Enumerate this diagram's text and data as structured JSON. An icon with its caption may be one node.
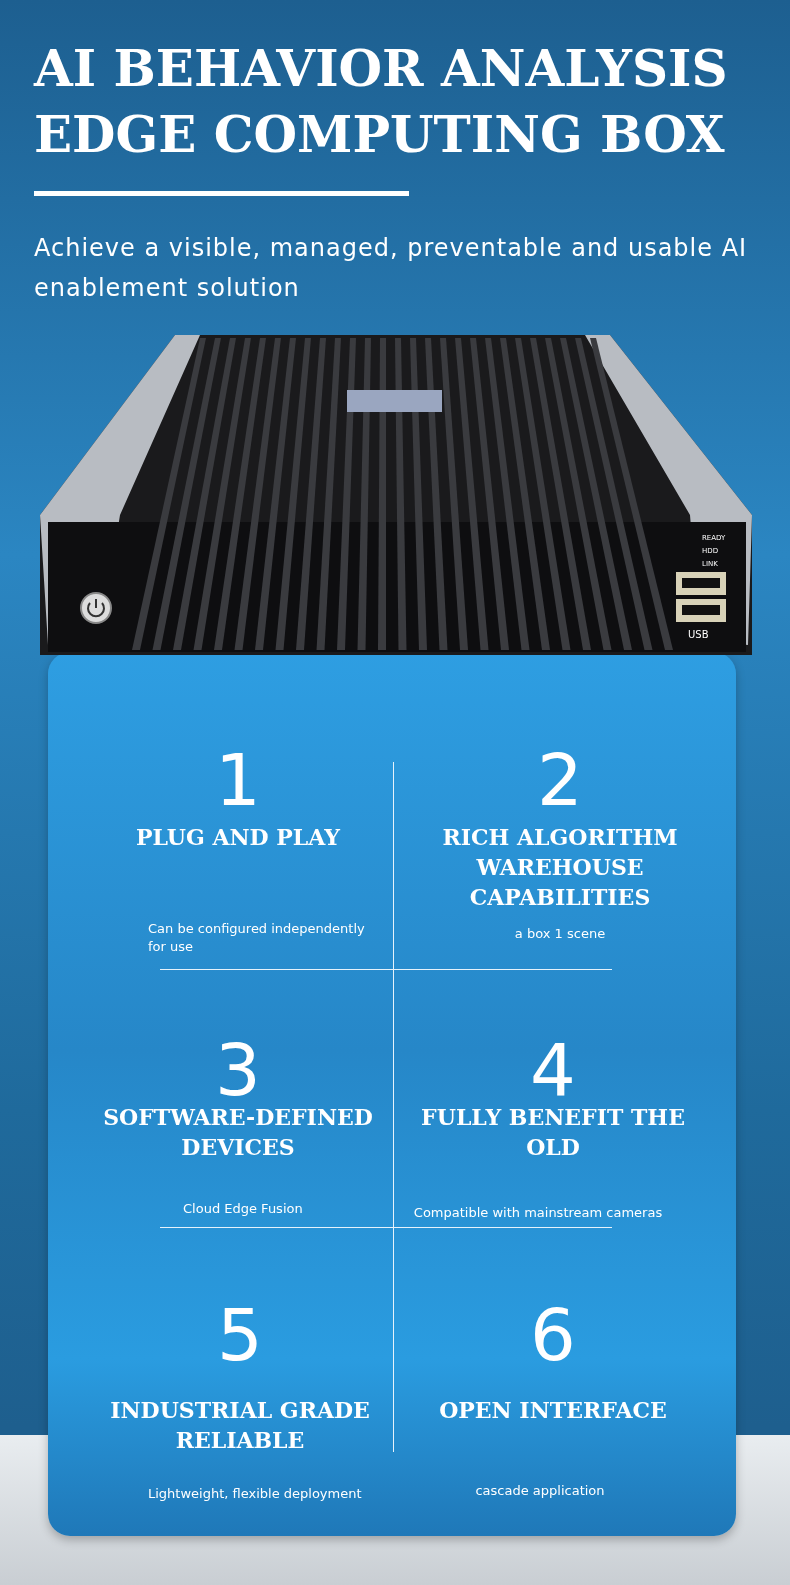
{
  "diagram": {
    "title": "AI BEHAVIOR ANALYSIS EDGE COMPUTING BOX",
    "labels": [
      "Achieve a visible, managed, preventable and usable AI enablement solution",
      "READY",
      "HDD",
      "LINK",
      "USB",
      "1",
      "PLUG AND PLAY",
      "Can be configured independently for use",
      "2",
      "RICH ALGORITHM WAREHOUSE CAPABILITIES",
      "a box 1 scene",
      "3",
      "SOFTWARE-DEFINED DEVICES",
      "Cloud Edge Fusion",
      "4",
      "FULLY BENEFIT THE OLD",
      "Compatible with mainstream cameras",
      "5",
      "INDUSTRIAL GRADE RELIABLE",
      "Lightweight, flexible deployment",
      "6",
      "OPEN INTERFACE",
      "cascade application"
    ]
  }
}
